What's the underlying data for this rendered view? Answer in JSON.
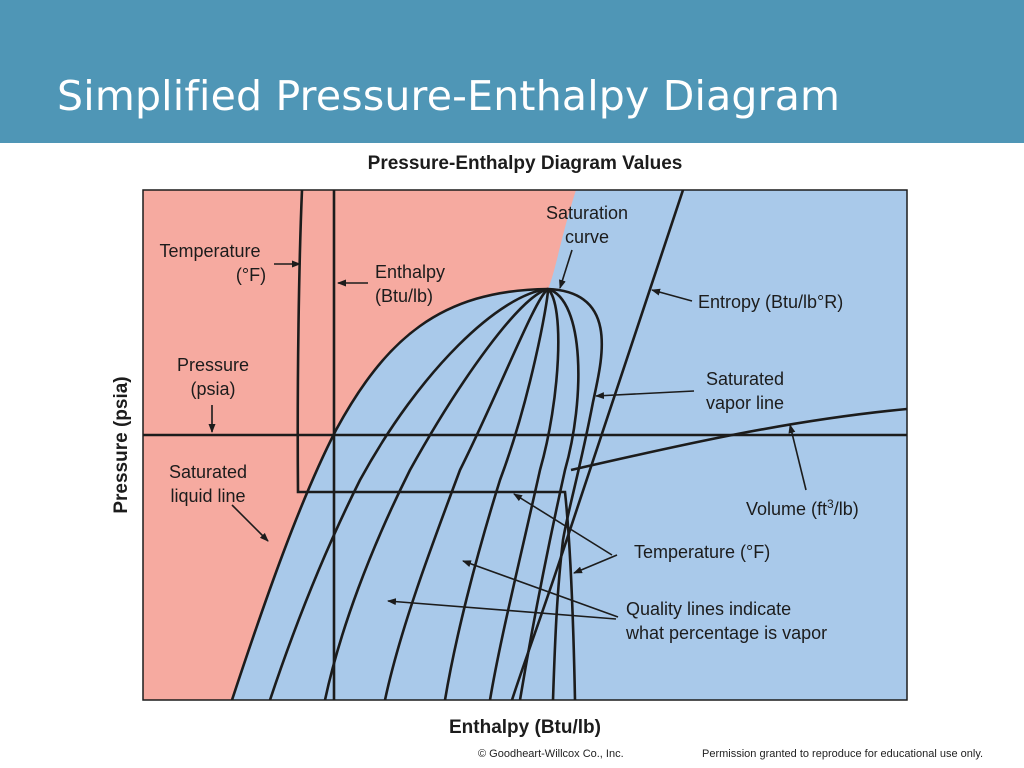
{
  "slide": {
    "title": "Simplified Pressure-Enthalpy Diagram"
  },
  "diagram": {
    "title": "Pressure-Enthalpy Diagram Values",
    "x_axis_label": "Enthalpy (Btu/lb)",
    "y_axis_label": "Pressure (psia)",
    "labels": {
      "temperature_line_1": "Temperature",
      "temperature_line_2": "(°F)",
      "enthalpy_line_1": "Enthalpy",
      "enthalpy_line_2": "(Btu/lb)",
      "saturation_line_1": "Saturation",
      "saturation_line_2": "curve",
      "entropy": "Entropy (Btu/lb°R)",
      "pressure_line_1": "Pressure",
      "pressure_line_2": "(psia)",
      "saturated_vapor_line_1": "Saturated",
      "saturated_vapor_line_2": "vapor line",
      "saturated_liquid_line_1": "Saturated",
      "saturated_liquid_line_2": "liquid line",
      "volume_prefix": "Volume (ft",
      "volume_sup": "3",
      "volume_suffix": "/lb)",
      "temperature_right": "Temperature (°F)",
      "quality_line_1": "Quality lines indicate",
      "quality_line_2": "what percentage is vapor"
    },
    "colors": {
      "liquid_region": "#f6aaa0",
      "vapor_region": "#a9c9ea",
      "line": "#1c1c1c"
    }
  },
  "footer": {
    "copyright": "© Goodheart-Willcox Co., Inc.",
    "permission": "Permission granted to reproduce for educational use only."
  },
  "colors": {
    "header_bar": "#4f96b6",
    "title_text": "#ffffff"
  }
}
